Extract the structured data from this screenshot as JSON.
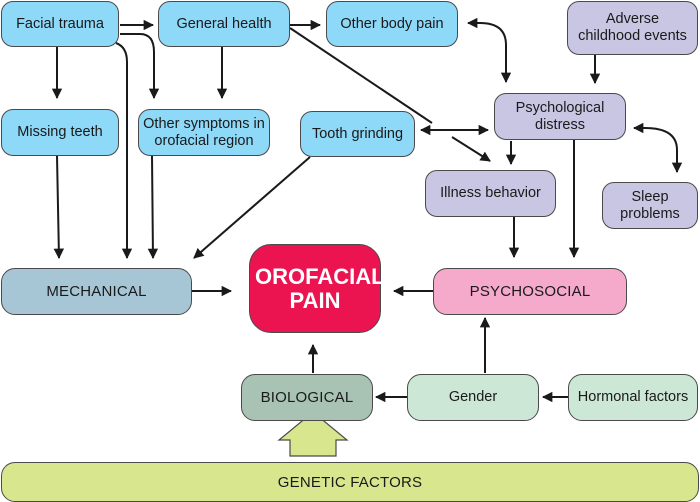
{
  "diagram": {
    "title": "Orofacial pain factors",
    "nodes": {
      "facial_trauma": "Facial trauma",
      "general_health": "General health",
      "other_body_pain": "Other body pain",
      "adverse_childhood": "Adverse childhood events",
      "missing_teeth": "Missing teeth",
      "other_symptoms": "Other symptoms in orofacial region",
      "tooth_grinding": "Tooth grinding",
      "psych_distress": "Psychological distress",
      "illness_behavior": "Illness behavior",
      "sleep_problems": "Sleep problems",
      "mechanical": "MECHANICAL",
      "orofacial_pain": "OROFACIAL PAIN",
      "psychosocial": "PSYCHOSOCIAL",
      "biological": "BIOLOGICAL",
      "gender": "Gender",
      "hormonal": "Hormonal factors",
      "genetic": "GENETIC FACTORS"
    },
    "colors": {
      "blue_nodes": "#8ed8f8",
      "purple_nodes": "#c9c6e4",
      "mechanical": "#a6c6d6",
      "orofacial_pain": "#ec1450",
      "psychosocial": "#f5a9cb",
      "biological": "#a8c3b4",
      "gender_hormonal": "#cde7d6",
      "genetic": "#d8e68e"
    },
    "edges": [
      {
        "from": "facial_trauma",
        "to": "general_health",
        "type": "directed"
      },
      {
        "from": "general_health",
        "to": "other_body_pain",
        "type": "directed"
      },
      {
        "from": "other_body_pain",
        "to": "psych_distress",
        "type": "bidirectional"
      },
      {
        "from": "adverse_childhood",
        "to": "psych_distress",
        "type": "directed"
      },
      {
        "from": "facial_trauma",
        "to": "missing_teeth",
        "type": "directed"
      },
      {
        "from": "facial_trauma",
        "to": "other_symptoms",
        "type": "directed"
      },
      {
        "from": "facial_trauma",
        "to": "mechanical",
        "type": "directed"
      },
      {
        "from": "general_health",
        "to": "other_symptoms",
        "type": "directed"
      },
      {
        "from": "general_health",
        "to": "illness_behavior",
        "type": "directed"
      },
      {
        "from": "tooth_grinding",
        "to": "psych_distress",
        "type": "bidirectional"
      },
      {
        "from": "psych_distress",
        "to": "illness_behavior",
        "type": "directed"
      },
      {
        "from": "psych_distress",
        "to": "sleep_problems",
        "type": "bidirectional"
      },
      {
        "from": "psych_distress",
        "to": "psychosocial",
        "type": "directed"
      },
      {
        "from": "illness_behavior",
        "to": "psychosocial",
        "type": "directed"
      },
      {
        "from": "missing_teeth",
        "to": "mechanical",
        "type": "directed"
      },
      {
        "from": "other_symptoms",
        "to": "mechanical",
        "type": "directed"
      },
      {
        "from": "tooth_grinding",
        "to": "mechanical",
        "type": "directed"
      },
      {
        "from": "mechanical",
        "to": "orofacial_pain",
        "type": "directed"
      },
      {
        "from": "psychosocial",
        "to": "orofacial_pain",
        "type": "directed"
      },
      {
        "from": "biological",
        "to": "orofacial_pain",
        "type": "directed"
      },
      {
        "from": "gender",
        "to": "psychosocial",
        "type": "directed"
      },
      {
        "from": "gender",
        "to": "biological",
        "type": "directed"
      },
      {
        "from": "hormonal",
        "to": "gender",
        "type": "directed"
      },
      {
        "from": "genetic",
        "to": "biological",
        "type": "block-arrow"
      }
    ]
  }
}
